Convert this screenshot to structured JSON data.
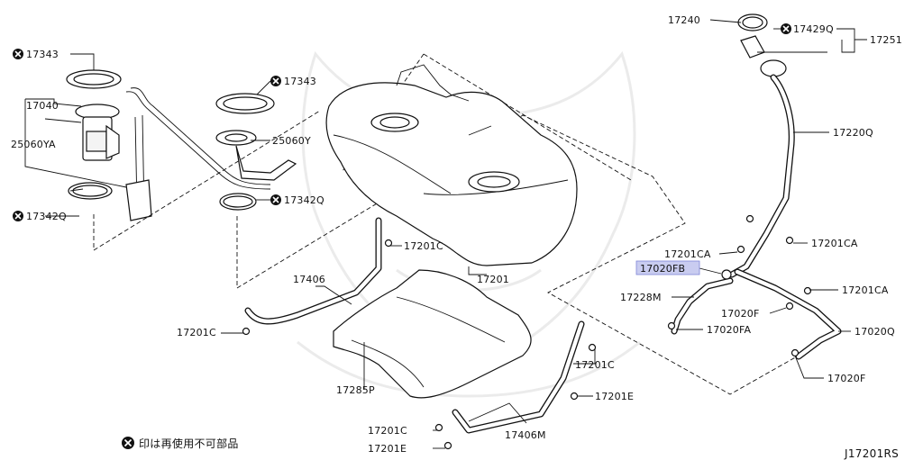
{
  "diagram_id": "J17201RS",
  "note": {
    "text": "印は再使用不可部品",
    "icon": "x-circle-icon"
  },
  "highlight_color": "#c9ccf0",
  "labels": {
    "p17343_top_left": "17343",
    "p17040": "17040",
    "p25060YA": "25060YA",
    "p17342Q_left": "17342Q",
    "p17343_mid": "17343",
    "p25060Y": "25060Y",
    "p17342Q_mid": "17342Q",
    "p17201C_a": "17201C",
    "p17406": "17406",
    "p17201C_b": "17201C",
    "p17201": "17201",
    "p17285P": "17285P",
    "p17201C_c": "17201C",
    "p17201E_a": "17201E",
    "p17201C_d": "17201C",
    "p17201E_b": "17201E",
    "p17406M": "17406M",
    "p17240": "17240",
    "p17429Q": "17429Q",
    "p17251": "17251",
    "p17220Q": "17220Q",
    "p17201CA_a": "17201CA",
    "p17201CA_b": "17201CA",
    "p17020FB": "17020FB",
    "p17228M": "17228M",
    "p17201CA_c": "17201CA",
    "p17020F_a": "17020F",
    "p17020FA": "17020FA",
    "p17020Q": "17020Q",
    "p17020F_b": "17020F"
  }
}
